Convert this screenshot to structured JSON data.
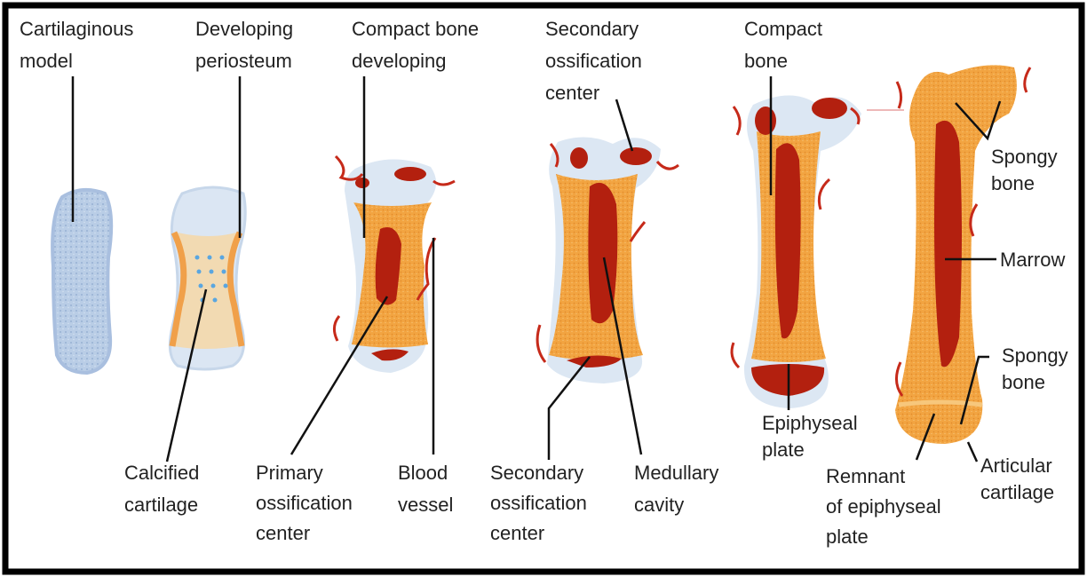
{
  "labels": {
    "cartilaginous_model": [
      "Cartilaginous",
      "model"
    ],
    "developing_periosteum": [
      "Developing",
      "periosteum"
    ],
    "compact_bone_developing": [
      "Compact bone",
      "developing"
    ],
    "secondary_ossification_top": [
      "Secondary",
      "ossification",
      "center"
    ],
    "compact_bone": [
      "Compact",
      "bone"
    ],
    "spongy_bone_top": [
      "Spongy",
      "bone"
    ],
    "marrow": [
      "Marrow"
    ],
    "spongy_bone_bottom": [
      "Spongy",
      "bone"
    ],
    "calcified_cartilage": [
      "Calcified",
      "cartilage"
    ],
    "primary_ossification": [
      "Primary",
      "ossification",
      "center"
    ],
    "blood_vessel": [
      "Blood",
      "vessel"
    ],
    "secondary_ossification_bottom": [
      "Secondary",
      "ossification",
      "center"
    ],
    "medullary_cavity": [
      "Medullary",
      "cavity"
    ],
    "epiphyseal_plate": [
      "Epiphyseal",
      "plate"
    ],
    "remnant_epiphyseal_plate": [
      "Remnant",
      "of epiphyseal",
      "plate"
    ],
    "articular_cartilage": [
      "Articular",
      "cartilage"
    ]
  },
  "colors": {
    "cartilage": "#b9cde6",
    "cartilage_dark": "#8fa9cf",
    "bone": "#f2a441",
    "bone_light": "#f7c77c",
    "marrow": "#b3200f",
    "vessel": "#c62a1a",
    "line": "#111111",
    "frame": "#000000"
  }
}
